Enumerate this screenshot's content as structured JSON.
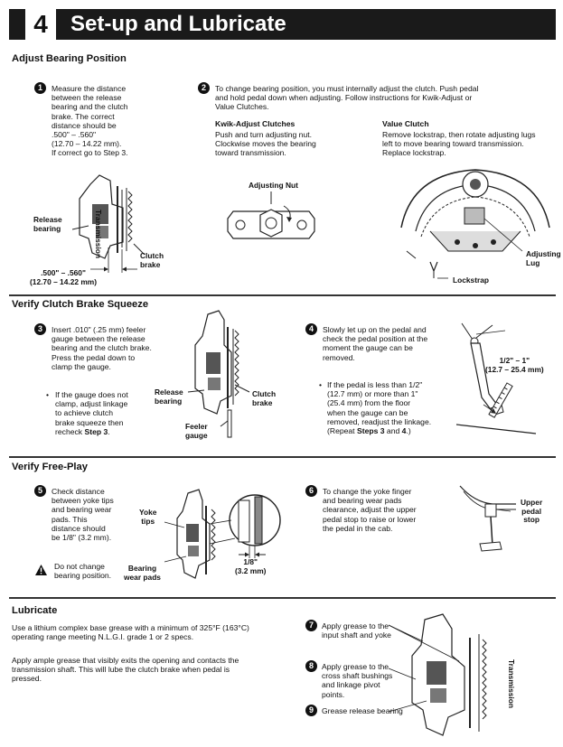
{
  "header": {
    "step_number": "4",
    "title": "Set-up and Lubricate"
  },
  "adjust": {
    "heading": "Adjust Bearing Position",
    "step1": {
      "num": "1",
      "text": "Measure the distance\nbetween the release\nbearing and the clutch\nbrake. The correct\ndistance should be\n.500\" – .560\"\n(12.70 – 14.22 mm).\nIf correct go to Step 3."
    },
    "fig1": {
      "transmission": "Transmission",
      "release_bearing": "Release\nbearing",
      "clutch_brake": "Clutch\nbrake",
      "dimension": ".500\" – .560\"\n(12.70 – 14.22 mm)"
    },
    "step2": {
      "num": "2",
      "text": "To change bearing position, you must internally adjust the clutch. Push pedal\nand hold pedal down when adjusting. Follow instructions for Kwik-Adjust or\nValue Clutches."
    },
    "kwik": {
      "heading": "Kwik-Adjust Clutches",
      "text": "Push and turn adjusting nut.\nClockwise moves the bearing\ntoward transmission.",
      "adjusting_nut": "Adjusting Nut"
    },
    "value": {
      "heading": "Value Clutch",
      "text": "Remove lockstrap, then rotate adjusting lugs\nleft to move bearing toward transmission.\nReplace lockstrap.",
      "adjusting_lug": "Adjusting\nLug",
      "lockstrap": "Lockstrap"
    }
  },
  "verify_brake": {
    "heading": "Verify Clutch Brake Squeeze",
    "step3": {
      "num": "3",
      "text": "Insert .010\" (.25 mm) feeler\ngauge between the release\nbearing and the clutch brake.\nPress the pedal down to\nclamp the gauge.",
      "bullet": "If the gauge does not\nclamp, adjust linkage\nto achieve clutch\nbrake squeeze then\nrecheck ",
      "bullet_bold": "Step 3",
      "bullet_end": "."
    },
    "fig3": {
      "release_bearing": "Release\nbearing",
      "clutch_brake": "Clutch\nbrake",
      "feeler_gauge": "Feeler\ngauge"
    },
    "step4": {
      "num": "4",
      "text": "Slowly let up on the pedal and\ncheck the pedal position at the\nmoment the gauge can be\nremoved.",
      "bullet": "If the pedal is less than 1/2\"\n(12.7 mm) or more than 1\"\n(25.4 mm) from the floor\nwhen the gauge can be\nremoved, readjust the linkage.\n(Repeat ",
      "bullet_bold1": "Steps 3",
      "bullet_and": " and ",
      "bullet_bold2": "4",
      "bullet_end": ".)"
    },
    "fig4": {
      "dimension": "1/2\" – 1\"\n(12.7 – 25.4 mm)"
    }
  },
  "free_play": {
    "heading": "Verify Free-Play",
    "step5": {
      "num": "5",
      "text": "Check distance\nbetween yoke tips\nand bearing wear\npads. This\ndistance should\nbe 1/8\" (3.2 mm).",
      "warning": "Do not change\nbearing position."
    },
    "fig5": {
      "yoke_tips": "Yoke\ntips",
      "bearing_wear_pads": "Bearing\nwear pads",
      "dimension": "1/8\"\n(3.2 mm)"
    },
    "step6": {
      "num": "6",
      "text": "To change the yoke finger\nand bearing wear pads\nclearance, adjust the upper\npedal stop to raise or lower\nthe pedal in the cab."
    },
    "fig6": {
      "upper_pedal_stop": "Upper\npedal\nstop"
    }
  },
  "lubricate": {
    "heading": "Lubricate",
    "para1": "Use a lithium complex base grease with a minimum of 325°F (163°C)\noperating range meeting N.L.G.I. grade 1 or 2 specs.",
    "para2": "Apply ample grease that visibly exits the opening and contacts the\ntransmission shaft. This will lube the clutch brake when pedal is\npressed.",
    "step7": {
      "num": "7",
      "text": "Apply grease to the\ninput shaft and yoke"
    },
    "step8": {
      "num": "8",
      "text": "Apply grease to the\ncross shaft bushings\nand linkage pivot\npoints."
    },
    "step9": {
      "num": "9",
      "text": "Grease release bearing"
    },
    "fig_transmission": "Transmission"
  }
}
